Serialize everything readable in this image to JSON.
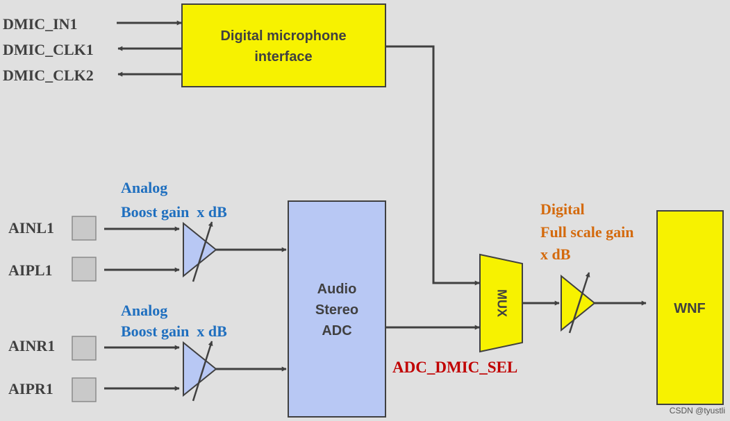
{
  "colors": {
    "background": "#e0e0e0",
    "yellow": "#f7f200",
    "blue_box": "#b8c8f4",
    "pin_gray": "#c9c9c9",
    "text_gray": "#404040",
    "label_blue": "#1f6fbf",
    "label_orange": "#d46a0d",
    "label_red": "#c00000"
  },
  "inputs_digital": [
    "DMIC_IN1",
    "DMIC_CLK1",
    "DMIC_CLK2"
  ],
  "blocks": {
    "dmic_interface": [
      "Digital microphone",
      "interface"
    ],
    "adc": [
      "Audio",
      "Stereo",
      "ADC"
    ],
    "mux": "MUX",
    "wnf": "WNF"
  },
  "analog_pins": [
    "AINL1",
    "AIPL1",
    "AINR1",
    "AIPR1"
  ],
  "analog_gain_label": [
    "Analog",
    "Boost gain  x dB"
  ],
  "digital_gain_label": [
    "Digital",
    "Full scale gain",
    "x dB"
  ],
  "select_label": "ADC_DMIC_SEL",
  "watermark": "CSDN @tyustli"
}
